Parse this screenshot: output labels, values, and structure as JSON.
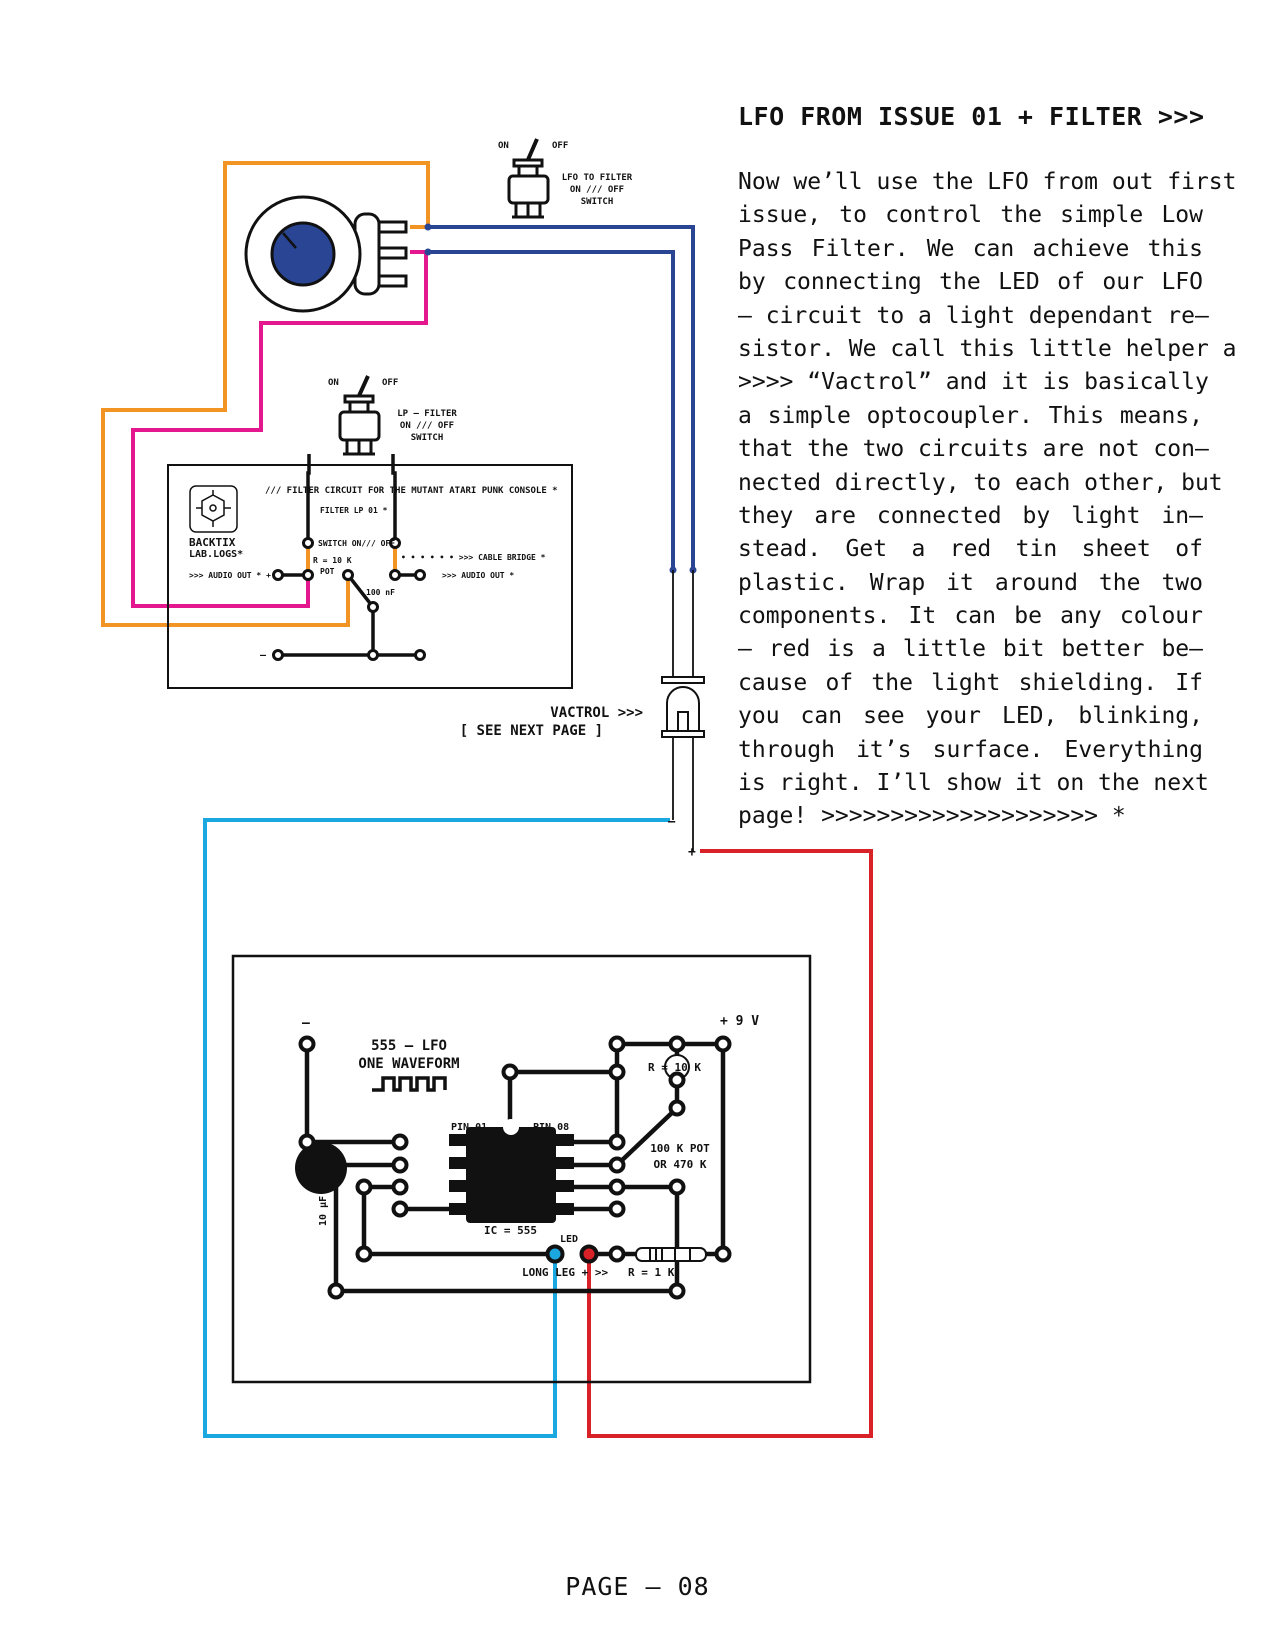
{
  "heading": "LFO FROM ISSUE 01 + FILTER >>>",
  "body_lines": [
    "Now we’ll use the LFO from out first",
    "issue, to control the simple Low",
    "Pass Filter. We can achieve this",
    "by connecting the LED of our LFO",
    "– circuit to a light dependant re–",
    "sistor. We call this little helper a",
    ">>>> “Vactrol” and it is basically",
    "a simple optocoupler. This means,",
    "that the two circuits are not con–",
    "nected directly, to each other, but",
    "they are connected by light in–",
    "stead.  Get a red tin  sheet of",
    "plastic. Wrap it around the two",
    "components. It can be any colour",
    "– red is a little bit better be–",
    "cause of the light shielding. If",
    "you can see your LED, blinking,",
    "through it’s surface. Everything",
    "is right. I’ll show it on the next",
    "page! >>>>>>>>>>>>>>>>>>>> *"
  ],
  "footer": "PAGE – 08",
  "diagram": {
    "switch_top": {
      "on": "ON",
      "off": "OFF",
      "label_1": "LFO TO FILTER",
      "label_2": "ON /// OFF",
      "label_3": "SWITCH"
    },
    "switch_mid": {
      "on": "ON",
      "off": "OFF",
      "label_1": "LP – FILTER",
      "label_2": "ON /// OFF",
      "label_3": "SWITCH"
    },
    "filter_board": {
      "title": "/// FILTER CIRCUIT FOR THE MUTANT ATARI PUNK CONSOLE *",
      "filter_label": "FILTER LP 01 *",
      "logo_1": "BACKTIX",
      "logo_2": "LAB.LOGS*",
      "switch_label": "SWITCH ON/// OFF",
      "resistor": "R = 10 K",
      "pot": "POT",
      "cap": "100 nF",
      "audio_out_left": ">>> AUDIO OUT * +",
      "cable_bridge": "• • • • • •  >>> CABLE BRIDGE *",
      "audio_out_right": ">>> AUDIO OUT *",
      "minus": "–"
    },
    "vactrol_1": "VACTROL >>>",
    "vactrol_2": "[ SEE NEXT PAGE ]",
    "minus_mark": "–",
    "plus_mark": "+",
    "lfo_board": {
      "minus": "–",
      "plus_9v": "+ 9 V",
      "title_1": "555 – LFO",
      "title_2": "ONE WAVEFORM",
      "pin01": "PIN 01",
      "pin08": "PIN 08",
      "chip": "555",
      "ic": "IC = 555",
      "resistor_top": "R = 10 K",
      "pot_1": "100 K POT",
      "pot_2": "OR 470 K",
      "cap": "10 µF",
      "led": "LED",
      "long_leg": "LONG LEG + >>",
      "resistor_bottom": "R = 1 K"
    }
  },
  "colors": {
    "orange": "#f29423",
    "magenta": "#e5178f",
    "navy": "#2a4594",
    "cyan": "#1ba8e0",
    "red": "#d92128",
    "black": "#111111"
  }
}
